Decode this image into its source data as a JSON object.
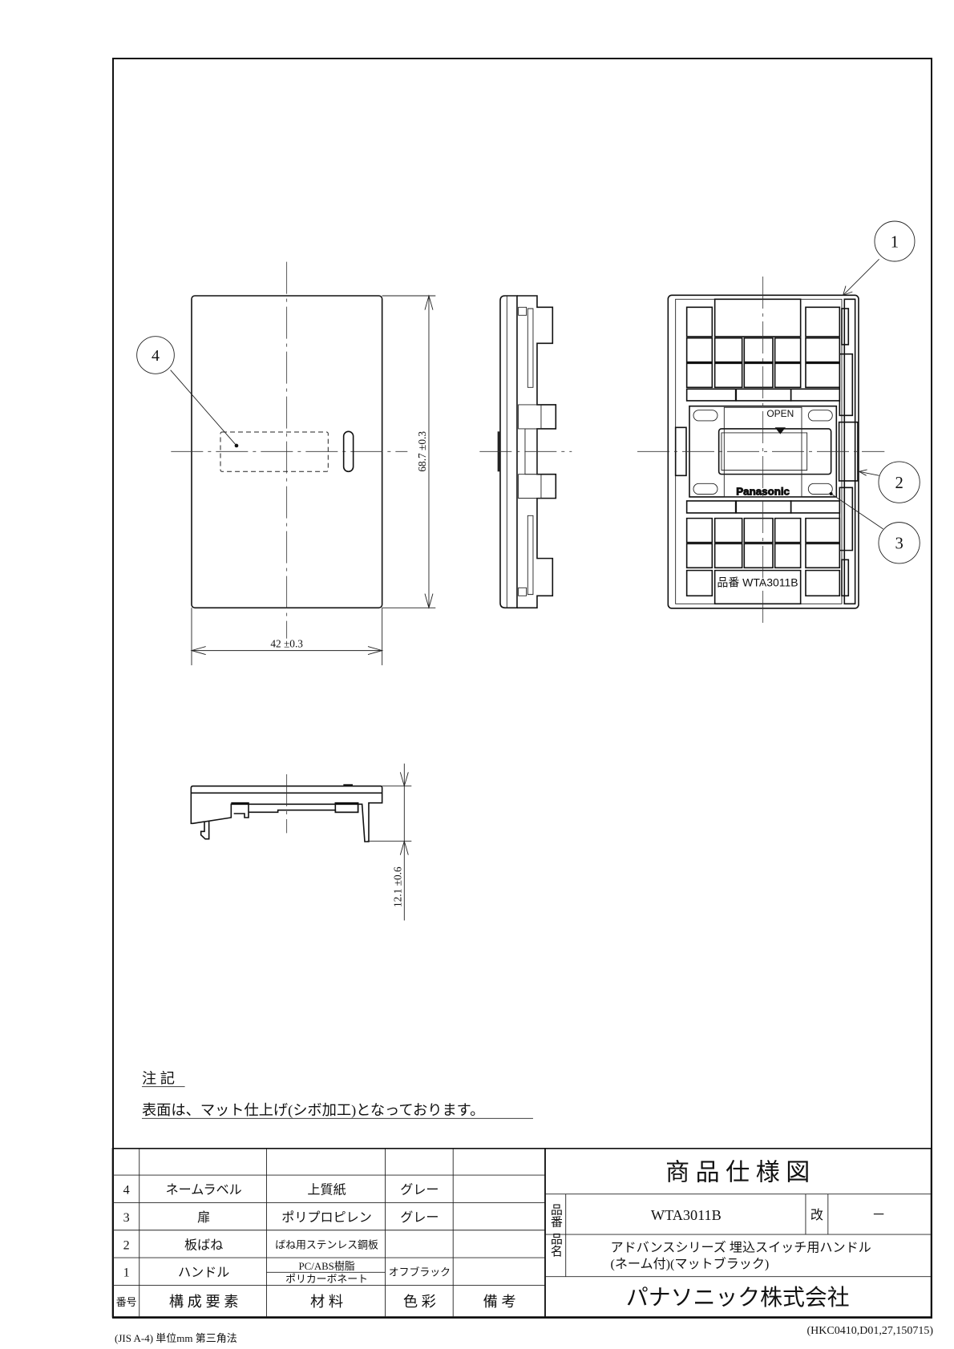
{
  "views": {
    "front": {
      "balloon": "4",
      "dim_height": "68.7 ±0.3",
      "dim_width": "42 ±0.3"
    },
    "rear": {
      "balloons": [
        "1",
        "2",
        "3"
      ],
      "open_label": "OPEN",
      "brand_label": "Panasonic",
      "part_label": "品番 WTA3011B"
    },
    "bottom": {
      "dim_depth": "12.1 ±0.6"
    }
  },
  "notes": {
    "heading": "注 記",
    "text": "表面は、マット仕上げ(シボ加工)となっております。"
  },
  "parts_table": {
    "headers": {
      "no": "番号",
      "name": "構 成 要 素",
      "material": "材 料",
      "color": "色 彩",
      "remarks": "備 考"
    },
    "rows": [
      {
        "no": "4",
        "name": "ネームラベル",
        "material": "上質紙",
        "color": "グレー"
      },
      {
        "no": "3",
        "name": "扉",
        "material": "ポリプロピレン",
        "color": "グレー"
      },
      {
        "no": "2",
        "name": "板ばね",
        "material": "ばね用ステンレス鋼板",
        "color": ""
      },
      {
        "no": "1",
        "name": "ハンドル",
        "material": "PC/ABS樹脂",
        "material2": "ポリカーボネート",
        "color": "オフブラック"
      }
    ]
  },
  "title_block": {
    "title": "商 品 仕 様 図",
    "part_no_label": "品番",
    "part_no": "WTA3011B",
    "revision_label": "改",
    "revision": "－",
    "name_label": "品名",
    "name_line1": "アドバンスシリーズ 埋込スイッチ用ハンドル",
    "name_line2": "(ネーム付)(マットブラック)",
    "company": "パナソニック株式会社"
  },
  "footer": {
    "left": "(JIS A-4)  単位mm  第三角法",
    "right": "(HKC0410,D01,27,150715)"
  }
}
